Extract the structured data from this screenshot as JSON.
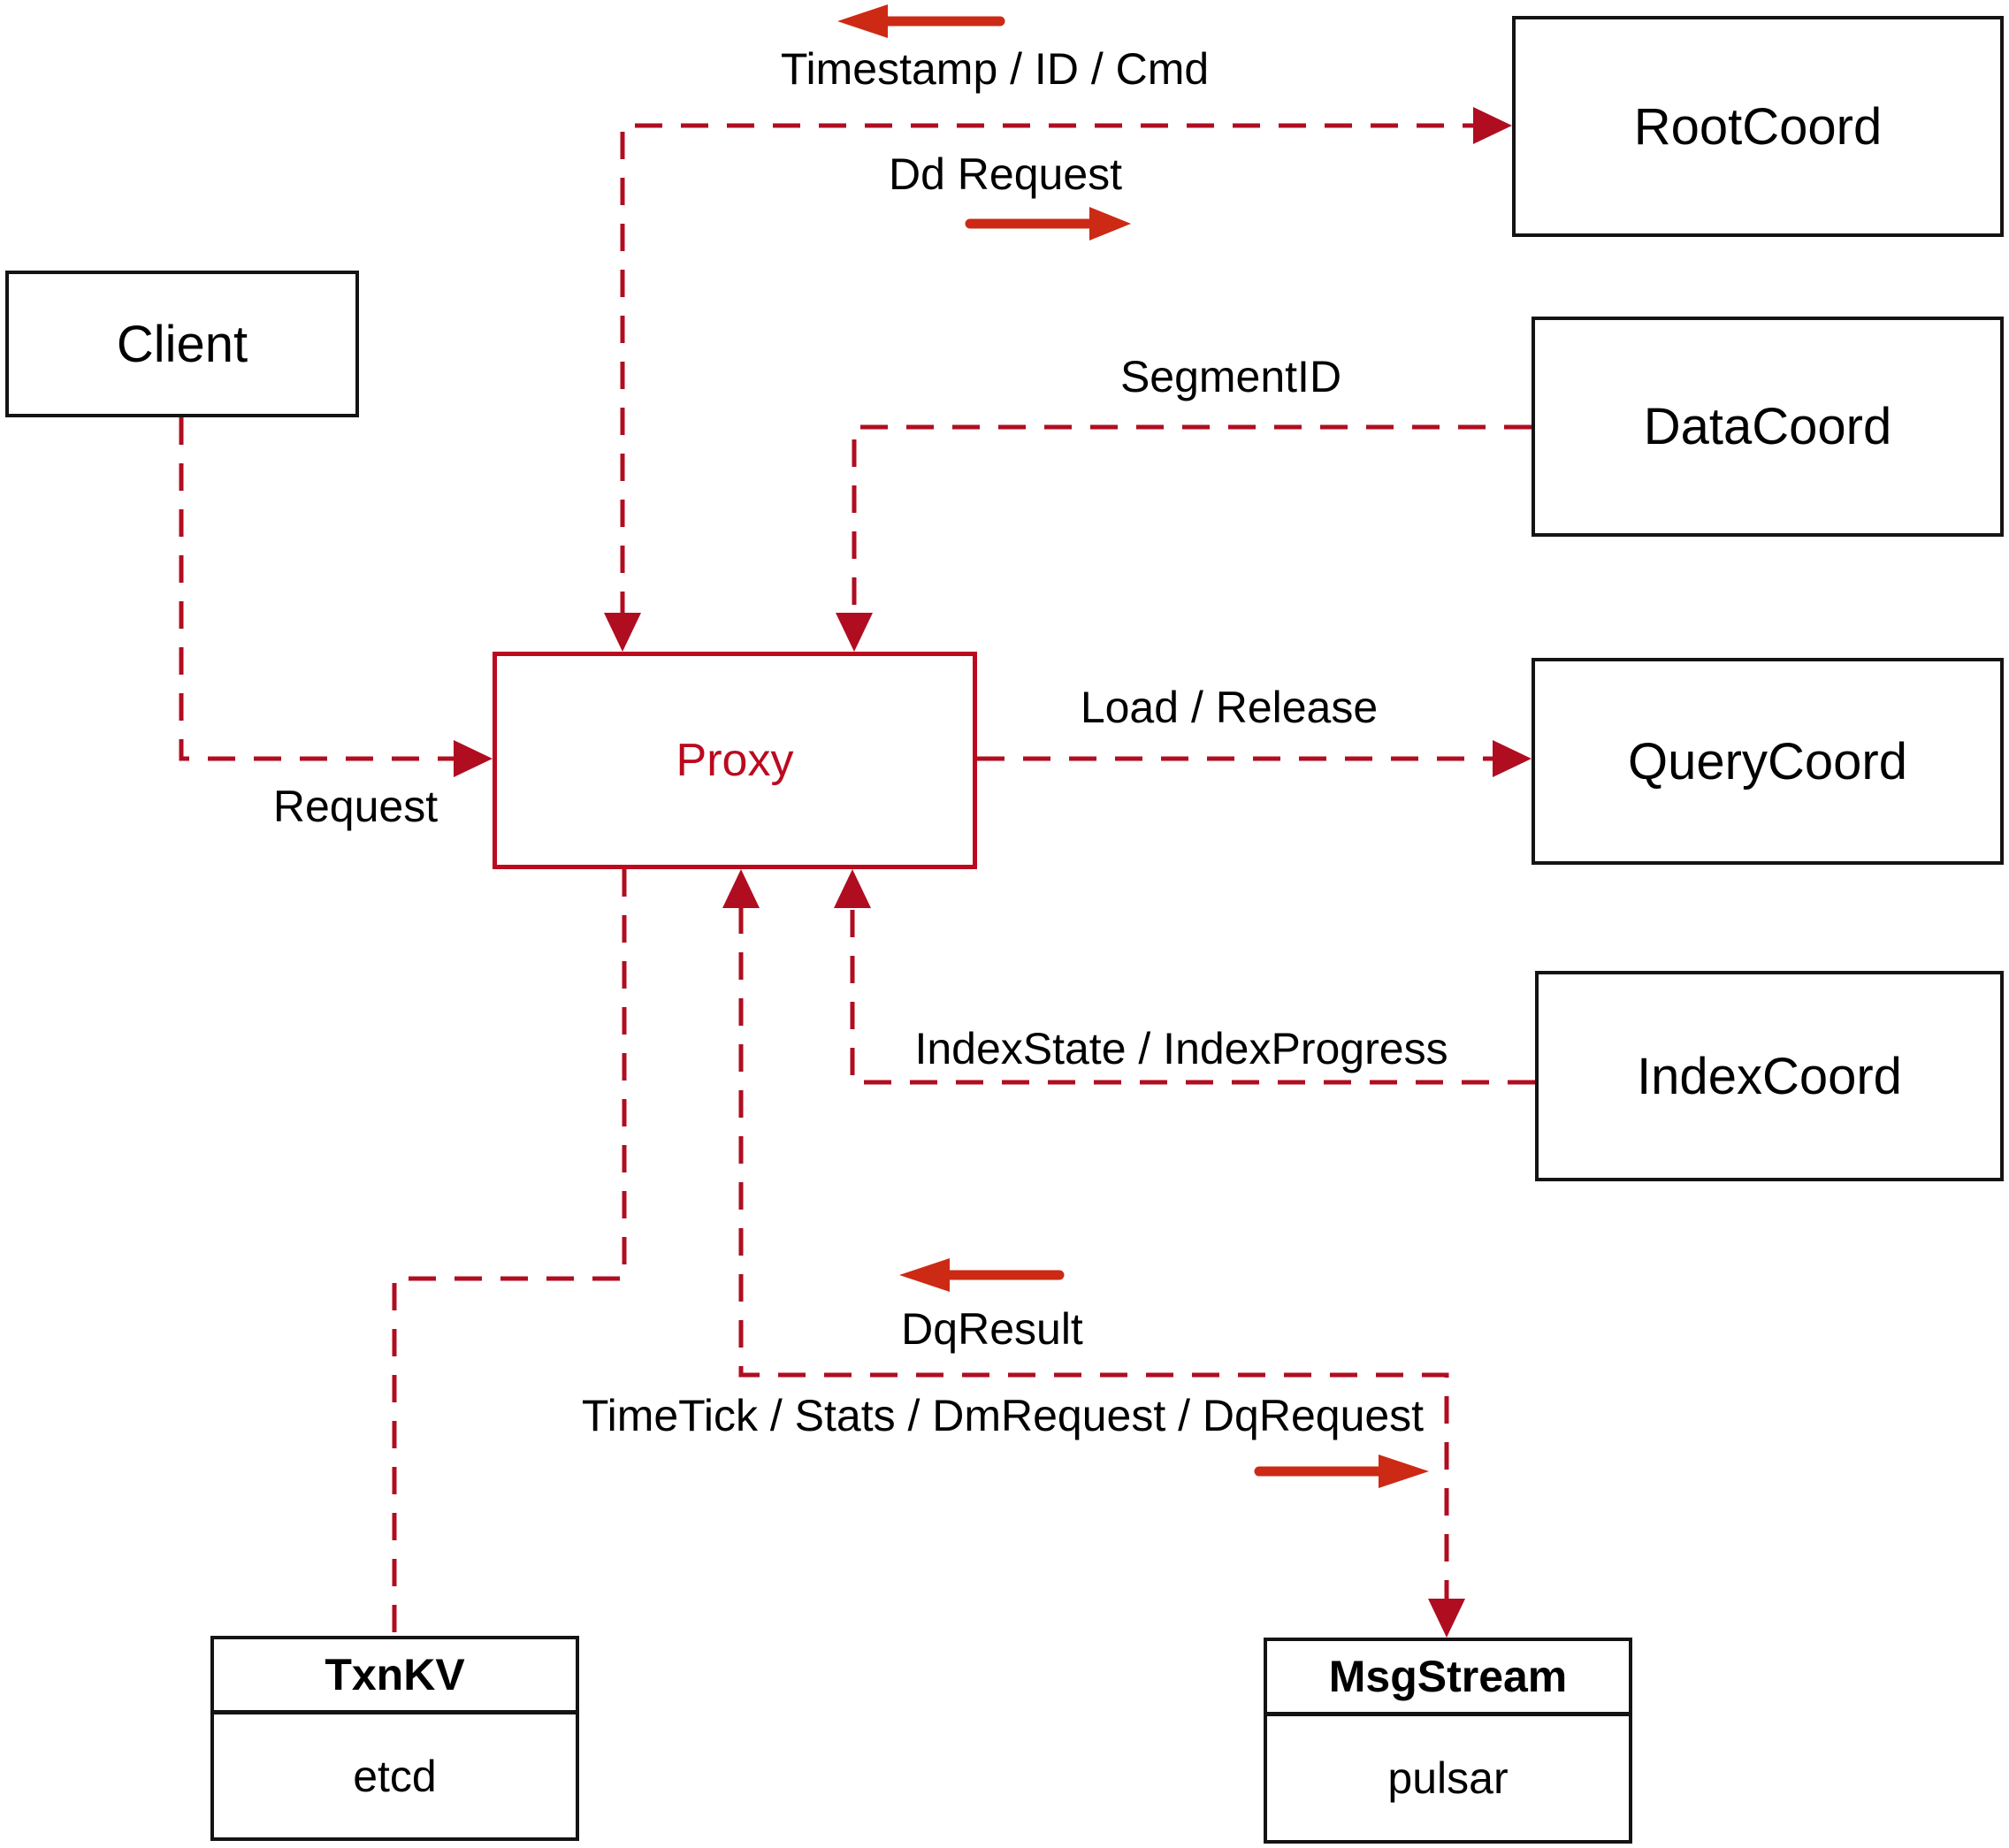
{
  "nodes": {
    "client": {
      "label": "Client"
    },
    "proxy": {
      "label": "Proxy"
    },
    "rootcoord": {
      "label": "RootCoord"
    },
    "datacoord": {
      "label": "DataCoord"
    },
    "querycoord": {
      "label": "QueryCoord"
    },
    "indexcoord": {
      "label": "IndexCoord"
    },
    "txnkv": {
      "title": "TxnKV",
      "impl": "etcd"
    },
    "msgstream": {
      "title": "MsgStream",
      "impl": "pulsar"
    }
  },
  "edges": {
    "client_to_proxy": {
      "label": "Request"
    },
    "proxy_rootcoord": {
      "label_response": "Timestamp / ID / Cmd",
      "label_request": "Dd Request"
    },
    "datacoord_to_proxy": {
      "label": "SegmentID"
    },
    "proxy_to_querycoord": {
      "label": "Load / Release"
    },
    "indexcoord_to_proxy": {
      "label": "IndexState / IndexProgress"
    },
    "proxy_msgstream": {
      "label_in": "DqResult",
      "label_out": "TimeTick / Stats / DmRequest / DqRequest"
    }
  },
  "colors": {
    "dashed_line": "#b00d21",
    "solid_arrow": "#cc2a14",
    "proxy_accent": "#bb0a1e",
    "node_border": "#141414",
    "text": "#000000",
    "background": "#ffffff"
  }
}
